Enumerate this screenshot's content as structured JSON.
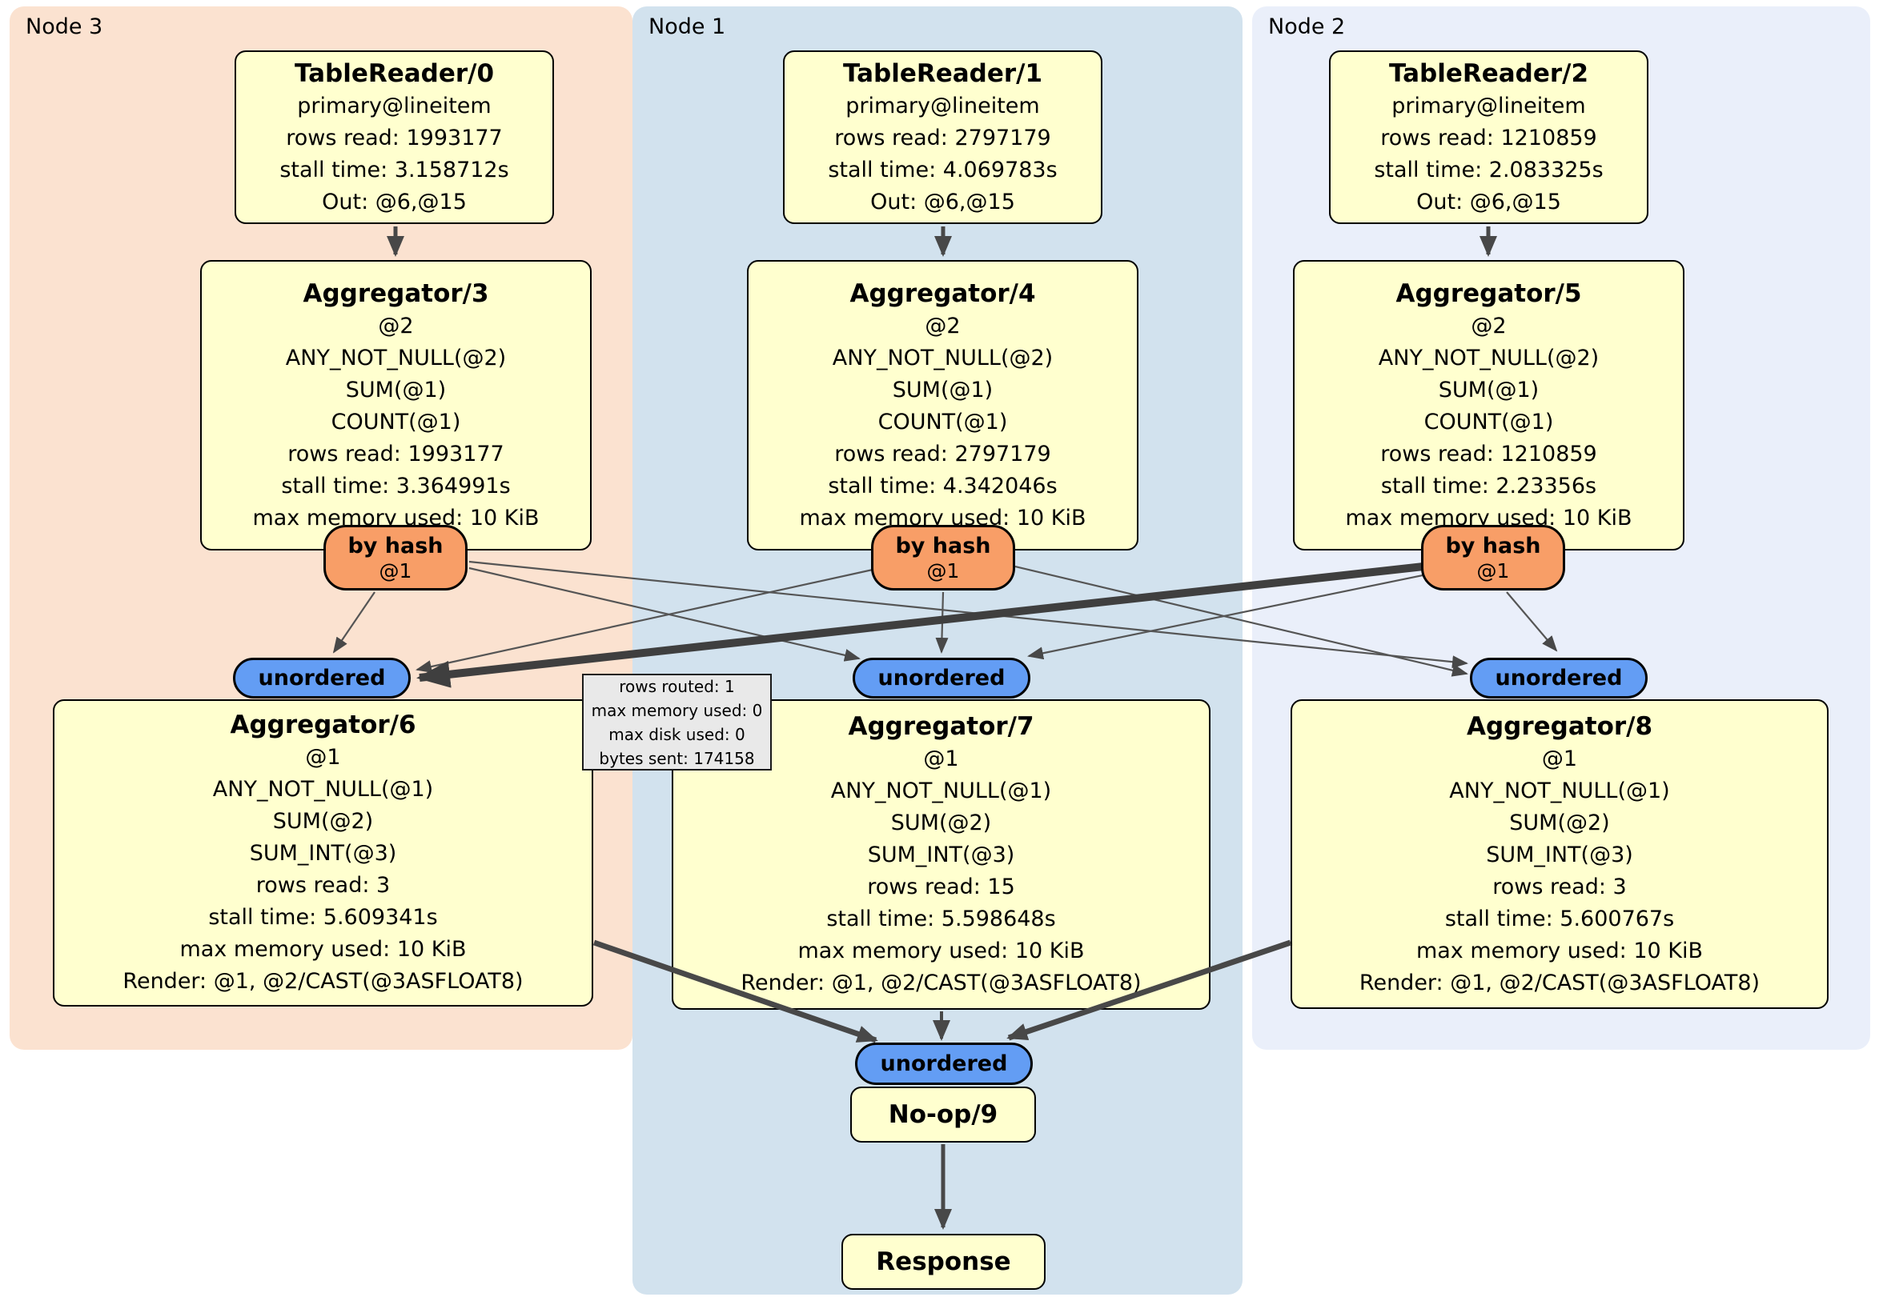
{
  "regions": [
    {
      "label": "Node 3"
    },
    {
      "label": "Node 1"
    },
    {
      "label": "Node 2"
    }
  ],
  "boxes": {
    "tr0": {
      "title": "TableReader/0",
      "lines": [
        "primary@lineitem",
        "rows read: 1993177",
        "stall time: 3.158712s",
        "Out: @6,@15"
      ]
    },
    "tr1": {
      "title": "TableReader/1",
      "lines": [
        "primary@lineitem",
        "rows read: 2797179",
        "stall time: 4.069783s",
        "Out: @6,@15"
      ]
    },
    "tr2": {
      "title": "TableReader/2",
      "lines": [
        "primary@lineitem",
        "rows read: 1210859",
        "stall time: 2.083325s",
        "Out: @6,@15"
      ]
    },
    "agg3": {
      "title": "Aggregator/3",
      "lines": [
        "@2",
        "ANY_NOT_NULL(@2)",
        "SUM(@1)",
        "COUNT(@1)",
        "rows read: 1993177",
        "stall time: 3.364991s",
        "max memory used: 10 KiB"
      ]
    },
    "agg4": {
      "title": "Aggregator/4",
      "lines": [
        "@2",
        "ANY_NOT_NULL(@2)",
        "SUM(@1)",
        "COUNT(@1)",
        "rows read: 2797179",
        "stall time: 4.342046s",
        "max memory used: 10 KiB"
      ]
    },
    "agg5": {
      "title": "Aggregator/5",
      "lines": [
        "@2",
        "ANY_NOT_NULL(@2)",
        "SUM(@1)",
        "COUNT(@1)",
        "rows read: 1210859",
        "stall time: 2.23356s",
        "max memory used: 10 KiB"
      ]
    },
    "agg6": {
      "title": "Aggregator/6",
      "lines": [
        "@1",
        "ANY_NOT_NULL(@1)",
        "SUM(@2)",
        "SUM_INT(@3)",
        "rows read: 3",
        "stall time: 5.609341s",
        "max memory used: 10 KiB",
        "Render: @1, @2/CAST(@3ASFLOAT8)"
      ]
    },
    "agg7": {
      "title": "Aggregator/7",
      "lines": [
        "@1",
        "ANY_NOT_NULL(@1)",
        "SUM(@2)",
        "SUM_INT(@3)",
        "rows read: 15",
        "stall time: 5.598648s",
        "max memory used: 10 KiB",
        "Render: @1, @2/CAST(@3ASFLOAT8)"
      ]
    },
    "agg8": {
      "title": "Aggregator/8",
      "lines": [
        "@1",
        "ANY_NOT_NULL(@1)",
        "SUM(@2)",
        "SUM_INT(@3)",
        "rows read: 3",
        "stall time: 5.600767s",
        "max memory used: 10 KiB",
        "Render: @1, @2/CAST(@3ASFLOAT8)"
      ]
    },
    "noop": {
      "title": "No-op/9"
    },
    "response": {
      "title": "Response"
    }
  },
  "routers": {
    "by_hash_label": "by hash",
    "by_hash_sub": "@1",
    "unordered_label": "unordered"
  },
  "tooltip": {
    "lines": [
      "rows routed: 1",
      "max memory used: 0",
      "max disk used: 0",
      "bytes sent: 174158"
    ]
  },
  "colors": {
    "yellow": "#ffffcf",
    "orange": "#f89e67",
    "blue": "#639df4",
    "node3": "#fbe2d0",
    "node1": "#d2e2ee",
    "node2": "#eaeffa",
    "edge": "#484848",
    "tooltip": "#e9e9e9"
  }
}
